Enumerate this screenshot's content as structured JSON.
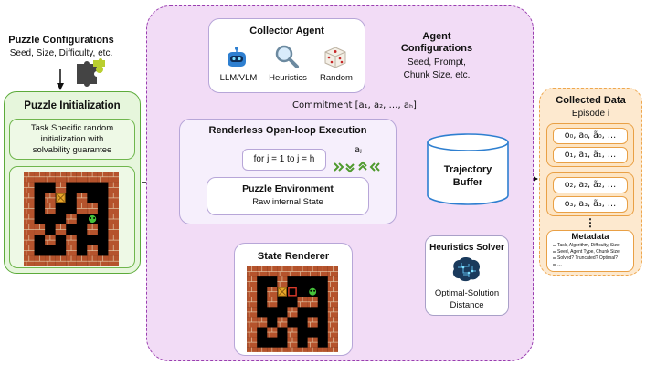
{
  "puzzle_config": {
    "title": "Puzzle Configurations",
    "subtitle": "Seed, Size, Difficulty, etc."
  },
  "init": {
    "title": "Puzzle Initialization",
    "desc_line1": "Task Specific random",
    "desc_line2": "initialization with",
    "desc_line3": "solvability guarantee"
  },
  "collector": {
    "title": "Collector Agent",
    "options": [
      "LLM/VLM",
      "Heuristics",
      "Random"
    ]
  },
  "agent_config": {
    "title_line1": "Agent",
    "title_line2": "Configurations",
    "line1": "Seed, Prompt,",
    "line2": "Chunk Size, etc."
  },
  "commitment": "Commitment [a₁, a₂, …, aₕ]",
  "execution": {
    "title": "Renderless Open-loop Execution",
    "loop": "for j = 1 to j = h",
    "action": "aⱼ",
    "env_title": "Puzzle Environment",
    "env_sub": "Raw internal State"
  },
  "trajectory": {
    "line1": "Trajectory",
    "line2": "Buffer"
  },
  "renderer": {
    "title": "State Renderer"
  },
  "solver": {
    "title": "Heuristics Solver",
    "line1": "Optimal-Solution",
    "line2": "Distance"
  },
  "collected": {
    "title": "Collected Data",
    "episode": "Episode i",
    "rows": [
      "o₀, a₀, ã₀, …",
      "o₁, a₁, ã₁, …",
      "o₂, a₂, ã₂, …",
      "o₃, a₃, ã₃, …"
    ],
    "ellipsis": "⋮",
    "metadata_title": "Metadata",
    "metadata": [
      "Task, Algorithm, Difficulty, Size",
      "Seed, Agent Type, Chunk Size",
      "Solved? Truncated? Optimal?",
      "…"
    ]
  },
  "colors": {
    "green": "#5cab3a",
    "purple": "#9a3fb0",
    "orange": "#eea74e",
    "blue": "#2e7fd0"
  }
}
